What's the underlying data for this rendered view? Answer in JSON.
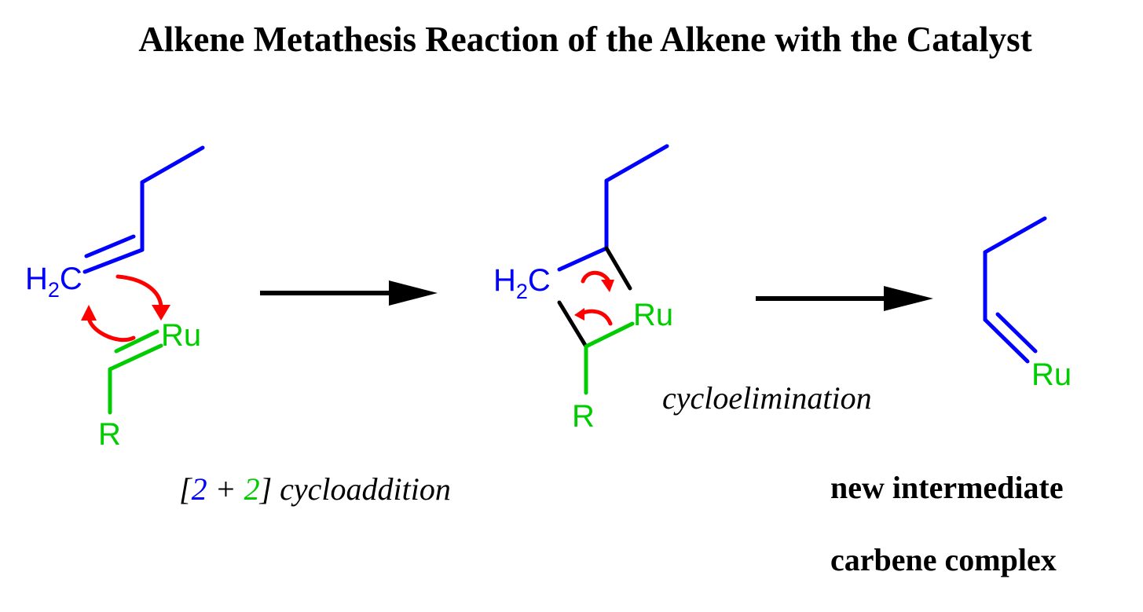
{
  "title": "Alkene Metathesis Reaction of the Alkene with the Catalyst",
  "atoms": {
    "h": "H",
    "h_sub": "2",
    "c": "C",
    "ru": "Ru",
    "r": "R"
  },
  "labels": {
    "cycloaddition": {
      "open_bracket": "[",
      "n1": "2",
      "plus": " + ",
      "n2": "2",
      "close": "] cycloaddition"
    },
    "cycloelimination": "cycloelimination",
    "product_line1": "new intermediate",
    "product_line2": "carbene complex"
  },
  "colors": {
    "alkene": "#0000FF",
    "catalyst": "#00CC00",
    "arrow_pushing": "#FF0000",
    "reaction_arrow": "#000000"
  }
}
